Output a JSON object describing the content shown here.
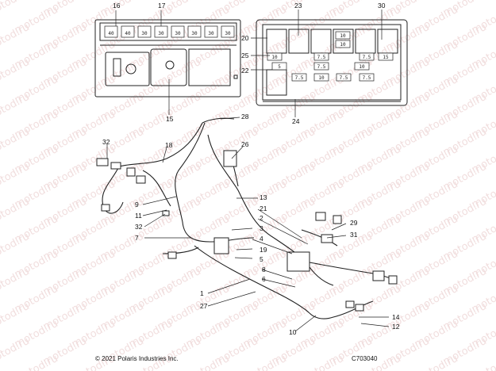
{
  "watermark": "motod.ru",
  "copyright": "© 2021 Polaris Industries Inc.",
  "figure_code": "C703040",
  "callouts": [
    "16",
    "17",
    "23",
    "30",
    "20",
    "25",
    "22",
    "15",
    "24",
    "28",
    "26",
    "32",
    "18",
    "9",
    "11",
    "32",
    "13",
    "21",
    "2",
    "29",
    "31",
    "3",
    "4",
    "7",
    "19",
    "5",
    "8",
    "6",
    "1",
    "27",
    "10",
    "14",
    "12"
  ],
  "fuse_panel_left": [
    "40",
    "40",
    "30",
    "30",
    "30",
    "30",
    "30",
    "30"
  ],
  "fuse_panel_right": [
    "10",
    "10",
    "10",
    "10",
    "7.5",
    "7.5",
    "15",
    "5",
    "7.5",
    "7.5",
    "10",
    "7.5",
    "7.5"
  ]
}
